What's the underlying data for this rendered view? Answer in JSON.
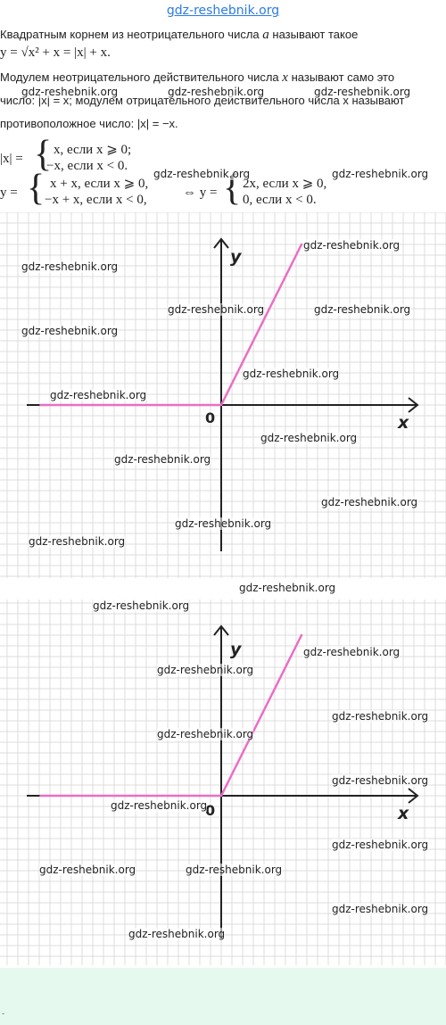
{
  "header": {
    "site": "gdz-reshebnik.org"
  },
  "text": {
    "line1": "Квадратным корнем из неотрицательного числа",
    "line1_var": "a",
    "line1_end": "называют такое",
    "eq1": "y = √x² + x = |x| + x.",
    "line2": "Модулем неотрицательного действительного числа",
    "line2_var": "x",
    "line2_end": "называют само это",
    "line3": "число: |x| = x; модулем отрицательного действительного числа x называют",
    "line4": "противоположное число: |x| = −x.",
    "abs_lhs": "|x| =",
    "abs_case1": "x,  если x ⩾ 0;",
    "abs_case2": "−x,  если x < 0.",
    "y_lhs": "y =",
    "y_case1": "x + x,  если x ⩾ 0,",
    "y_case2": "−x + x,  если x < 0,",
    "equiv": "⇔ y =",
    "y2_case1": "2x,  если x ⩾ 0,",
    "y2_case2": "0,  если x < 0."
  },
  "graphs": [
    {
      "x_label": "x",
      "y_label": "y",
      "origin_label": "0"
    },
    {
      "x_label": "x",
      "y_label": "y",
      "origin_label": "0"
    }
  ],
  "chart_data": [
    {
      "type": "line",
      "title": "",
      "xlabel": "x",
      "ylabel": "y",
      "grid": true,
      "series": [
        {
          "x": [
            -9,
            0,
            4
          ],
          "y": [
            0,
            0,
            8
          ]
        }
      ],
      "colors": {
        "line": "#e96fc4",
        "grid": "#dcdcdc",
        "axis": "#222222"
      }
    },
    {
      "type": "line",
      "title": "",
      "xlabel": "x",
      "ylabel": "y",
      "grid": true,
      "series": [
        {
          "x": [
            -9,
            0,
            4
          ],
          "y": [
            0,
            0,
            8
          ]
        }
      ],
      "colors": {
        "line": "#e96fc4",
        "grid": "#dcdcdc",
        "axis": "#222222"
      }
    }
  ],
  "watermarks": [
    "gdz-reshebnik.org",
    "gdz-reshebnik.org",
    "gdz-reshebnik.org",
    "gdz-reshebnik.org",
    "gdz-reshebnik.org",
    "gdz-reshebnik.org",
    "gdz-reshebnik.org",
    "gdz-reshebnik.org",
    "gdz-reshebnik.org",
    "gdz-reshebnik.org",
    "gdz-reshebnik.org",
    "gdz-reshebnik.org",
    "gdz-reshebnik.org",
    "gdz-reshebnik.org",
    "gdz-reshebnik.org",
    "gdz-reshebnik.org",
    "gdz-reshebnik.org",
    "gdz-reshebnik.org",
    "gdz-reshebnik.org",
    "gdz-reshebnik.org",
    "gdz-reshebnik.org",
    "gdz-reshebnik.org",
    "gdz-reshebnik.org",
    "gdz-reshebnik.org",
    "gdz-reshebnik.org",
    "gdz-reshebnik.org",
    "gdz-reshebnik.org",
    "gdz-reshebnik.org",
    "gdz-reshebnik.org",
    "gdz-reshebnik.org"
  ],
  "footer_mark": "-"
}
